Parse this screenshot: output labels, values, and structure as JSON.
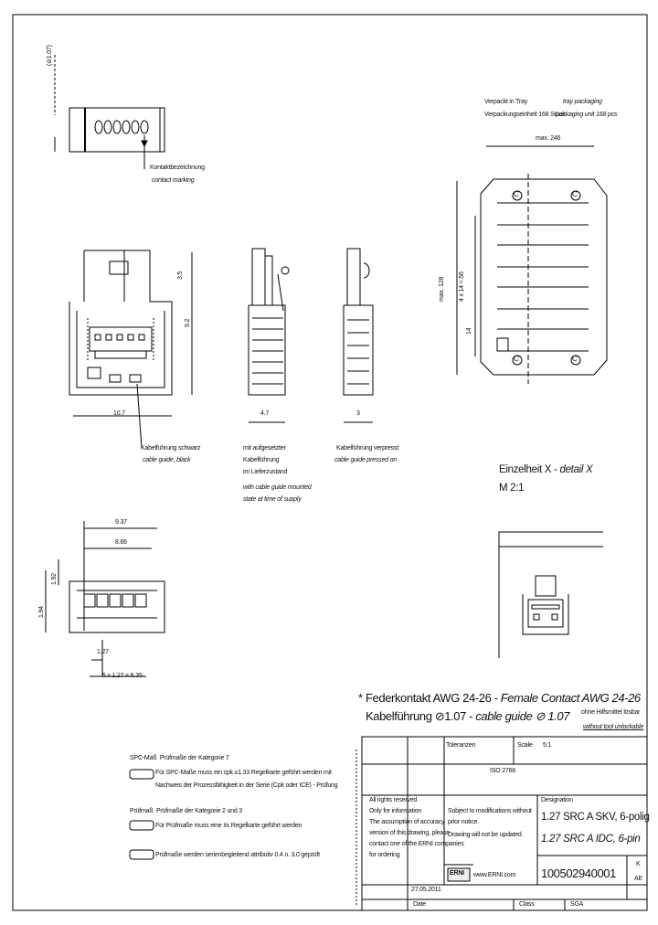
{
  "dimensions": {
    "top_view_height": "(⊘1.07)",
    "height_3_5": "3.5",
    "height_9_2": "9.2",
    "width_10_7": "10.7",
    "width_4_7": "4.7",
    "width_3": "3",
    "dim_9_37": "9.37",
    "dim_8_66": "8.66",
    "dim_1_92": "1.92",
    "dim_1_94": "1.94",
    "dim_1_27": "1.27",
    "pitch": "5 x 1.27 = 6.35",
    "tray_width": "max. 246",
    "tray_pitch_total": "max. 128",
    "tray_pitch": "4 x 14 = 56",
    "tray_small": "14"
  },
  "notes": {
    "contact_marking_de": "Kontaktbezeichnung",
    "contact_marking_en": "contact marking",
    "cable_guide_black_de": "Kabelführung schwarz",
    "cable_guide_black_en": "cable guide, black",
    "cable_guide_mounted_de": [
      "mit aufgesetzter",
      "Kabelführung",
      "im Lieferzustand"
    ],
    "cable_guide_mounted_en": [
      "with cable guide mounted",
      "state at time of supply"
    ],
    "cable_guide_pressed_de": "Kabelführung verpresst",
    "cable_guide_pressed_en": "cable guide pressed on",
    "packing_tray_de": "Verpackt in Tray",
    "packing_tray_en": "tray packaging",
    "packing_unit_de": "Verpackungseinheit 168 Stück",
    "packing_unit_en": "packaging unit 168 pcs",
    "detail_de": "Einzelheit X",
    "detail_en": "detail X",
    "scale": "M 2:1"
  },
  "spc": {
    "spc_title": "SPC-Maß",
    "spc_title_rest": "Prüfmaße der Kategorie 7",
    "spc_line1": "Für SPC-Maße muss ein cpk ≥1.33 Regelkarte geführt werden mit",
    "spc_line2": "Nachweis der Prozessfähigkeit in der Serie (Cpk oder ICE) - Prüfung",
    "pruef_title": "Prüfmaß",
    "pruef_title_rest": "Prüfmaße der Kategorie 2 und 3",
    "pruef_line1": "Für Prüfmaße muss eine x̄s Regelkarte geführt werden",
    "pruef_line2": "Prüfmaße werden serienbegleitend attributiv 0.4 n. 3.0 geprüft"
  },
  "title_block": {
    "star": "*",
    "heading_de": "Federkontakt AWG 24-26",
    "heading_en": "Female Contact AWG 24-26",
    "subheading_de": "Kabelführung ⊘1.07",
    "subheading_en": "cable guide ⊘ 1.07",
    "side_note_de": "ohne Hilfsmittel lösbar",
    "side_note_en": "without tool unlockable",
    "tolerance_label": "Toleranzen",
    "scale_label": "Scale",
    "scale_value": "5:1",
    "projection_note": "ISO 2768",
    "rights_reserved": "All rights reserved",
    "info_lines": [
      "Only for information",
      "The assumption of accuracy",
      "version of this drawing, please",
      "contact one of the ERNI companies",
      "for ordering"
    ],
    "subject_lines": [
      "Subject to modifications without",
      "prior notice.",
      "Drawing will not be updated."
    ],
    "designation_label": "Designation",
    "title_de": "1.27 SRC A SKV, 6-polig",
    "title_en": "1.27 SRC A IDC, 6-pin",
    "logo": "ERNI",
    "website": "www.ERNI.com",
    "part_number": "100502940001",
    "sheet_code": "K",
    "revision": "AE",
    "footer_left": "Date",
    "footer_mid": "Class",
    "footer_right": "SGA",
    "footer_code": "27.05.2011"
  },
  "tray_markers": [
    "C",
    "C",
    "C",
    "C"
  ],
  "detail_label": "X"
}
